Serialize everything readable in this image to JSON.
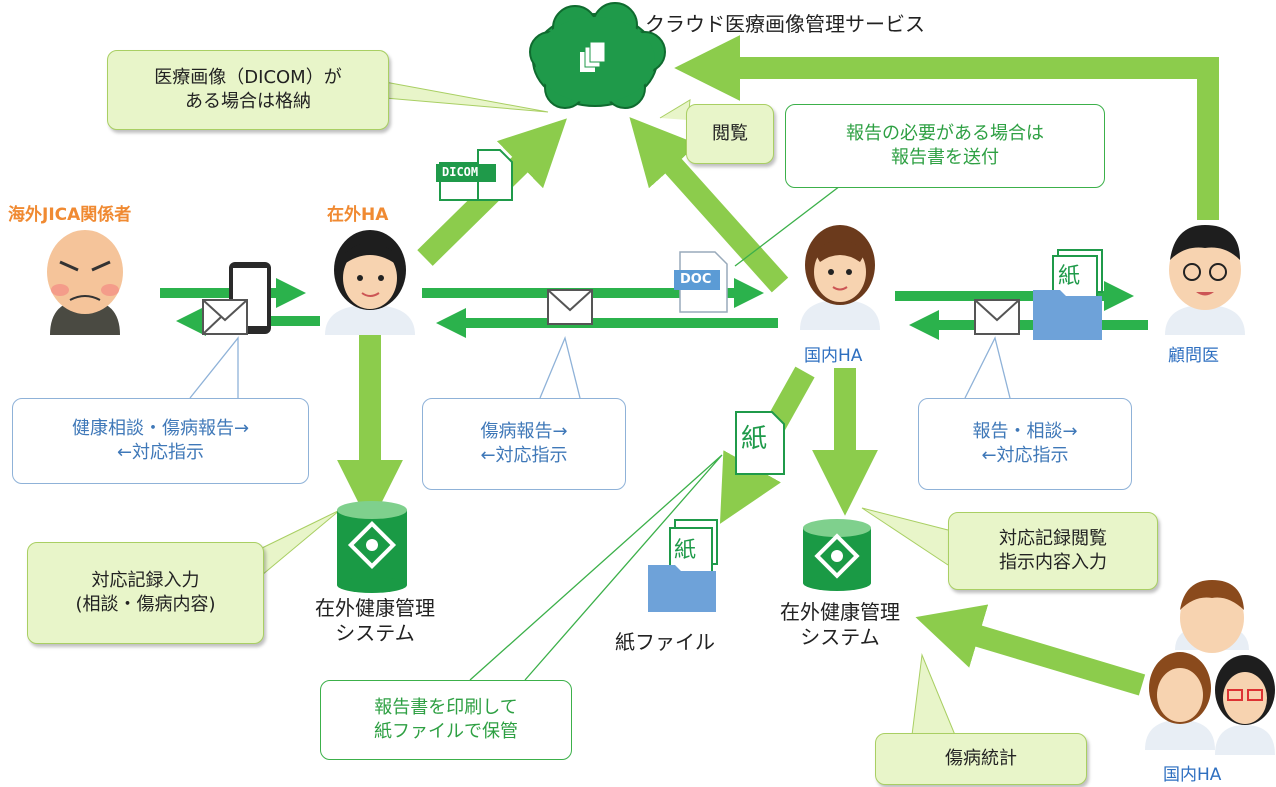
{
  "cloud": {
    "title": "クラウド医療画像管理サービス"
  },
  "actors": {
    "overseas_jica": "海外JICA関係者",
    "overseas_ha": "在外HA",
    "domestic_ha": "国内HA",
    "advisor": "顧問医",
    "domestic_ha_group": "国内HA"
  },
  "callouts": {
    "dicom_store": [
      "医療画像（DICOM）が",
      "ある場合は格納"
    ],
    "browse": "閲覧",
    "report_send": [
      "報告の必要がある場合は",
      "報告書を送付"
    ],
    "consult_left": [
      "健康相談・傷病報告→",
      "←対応指示"
    ],
    "report_mid": [
      "傷病報告→",
      "←対応指示"
    ],
    "report_right": [
      "報告・相談→",
      "←対応指示"
    ],
    "record_input": [
      "対応記録入力",
      "(相談・傷病内容)"
    ],
    "record_browse": [
      "対応記録閲覧",
      "指示内容入力"
    ],
    "print_store": [
      "報告書を印刷して",
      "紙ファイルで保管"
    ],
    "stats": "傷病統計"
  },
  "systems": {
    "left": [
      "在外健康管理",
      "システム"
    ],
    "right": [
      "在外健康管理",
      "システム"
    ],
    "paper_file": "紙ファイル"
  },
  "icons": {
    "dicom_label": "DICOM",
    "doc_label": "DOC",
    "paper_label": "紙"
  },
  "colors": {
    "arrow": "#8ccc4c",
    "bright_arrow": "#2bb24c",
    "cloud": "#1f9a4a",
    "db": "#1a9a45"
  }
}
